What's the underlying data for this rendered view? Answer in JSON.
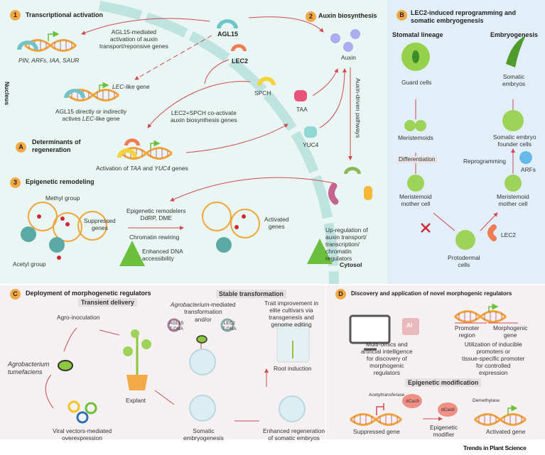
{
  "colors": {
    "nucleus_bg": "#e9f6f3",
    "panel_b_bg": "#e2eff9",
    "bottom_bg": "#f5f0f1",
    "badge": "#f4a947",
    "arrow": "#cf4a52",
    "dna": "#f0a53a",
    "gene_arrow": "#6cbf3c"
  },
  "panel1": {
    "badge": "1",
    "title": "Transcriptional activation",
    "agl15": "AGL15",
    "agl15_mediated": "AGL15-mediated\nactivation of auxin\ntransport/reponsive genes",
    "genes": "PIN, ARFs, IAA, SAUR",
    "lec2": "LEC2",
    "lec_like_gene_italic": "LEC",
    "lec_like_gene_rest": "-like gene",
    "agl15_direct_1": "AGL15 directly or indirectly",
    "agl15_direct_2a": "actives ",
    "agl15_direct_2b": "LEC",
    "agl15_direct_2c": "-like gene",
    "spch": "SPCH",
    "cooperate": "LEC2+SPCH co-activate\nauxin biosynthesis genes",
    "nucleus": "Nucleus"
  },
  "panelA": {
    "badge": "A",
    "title": "Determinants of\nregeneration",
    "activation_a": "Activation of ",
    "activation_b": "TAA",
    "activation_c": " and ",
    "activation_d": "YUC4",
    "activation_e": " genes"
  },
  "panel2": {
    "badge": "2",
    "title": "Auxin biosynthesis",
    "auxin": "Auxin",
    "taa": "TAA",
    "yuc4": "YUC4",
    "pathways": "Auxin-driven pathways",
    "upregulation": "Up-regulation of\nauxin transport/\ntranscription/\nchromatin\nregulators",
    "cytosol": "Cytosol"
  },
  "panel3": {
    "badge": "3",
    "title": "Epigenetic remodeling",
    "methyl": "Methyl group",
    "suppressed": "Suppressed\ngenes",
    "acetyl": "Acetyl group",
    "remodelers": "Epigenetic remodelers\nDdRP, DME",
    "rewiring": "Chromatin rewiring",
    "accessibility": "Enhanced DNA\naccessibility",
    "activated": "Activated\ngenes"
  },
  "panelB": {
    "badge": "B",
    "title": "LEC2-induced reprogramming and\nsomatic embryogenesis",
    "stomatal": "Stomatal lineage",
    "embryogenesis": "Embryogenesis",
    "guard": "Guard cells",
    "meristemoids": "Meristemoids",
    "differentiation": "Differentiation",
    "mmc_left": "Meristemoid\nmother cell",
    "somatic_embryos": "Somatic\nembryos",
    "founder": "Somatic embryo\nfounder cells",
    "reprogramming": "Reprogramming",
    "arfs": "ARFs",
    "mmc_right": "Meristemoid\nmother cell",
    "lec2": "LEC2",
    "protodermal": "Protodermal\ncells"
  },
  "panelC": {
    "badge": "C",
    "title": "Deployment of morphogenetic regulators",
    "transient": "Transient delivery",
    "agro": "Agro-inoculation",
    "agrobacterium": "Agrobacterium\ntumefaciens",
    "viral": "Viral vectors-mediated\noverexpression",
    "explant": "Explant",
    "stable": "Stable transformation",
    "agro_mediated_i": "Agrobacterium",
    "agro_mediated_r": "-mediated\ntransformation",
    "andor": "and/or",
    "agl15_tdna": "AGL15\nT-DNA",
    "lec2_tdna": "LEC2\nT-DNA",
    "somatic_emb": "Somatic\nembryogenesis",
    "trait": "Trait improvement in\nelite cultivars via\ntransgenesis and\ngenome editing",
    "root": "Root induction",
    "enhanced": "Enhanced regeneration\nof somatic embryos"
  },
  "panelD": {
    "badge": "D",
    "title": "Discovery and application of novel morphogenic regulators",
    "ai": "AI",
    "promoter": "Promoter\nregion",
    "morphogenic_gene": "Morphogenic\ngene",
    "multiomics": "Multi-omics and\nartificial intelligence\nfor discovery of\nmorphogenic\nregulators",
    "utilization": "Utilization of inducible\npromoters or\ntissue-specific promoter\nfor controlled\nexpression",
    "epi_mod": "Epigenetic modification",
    "acetyltransferase": "Acetyltransferase",
    "dcas9": "dCas9",
    "demethylase": "Demethylase",
    "suppressed_gene": "Suppressed gene",
    "epi_modifier": "Epigenetic\nmodifier",
    "activated_gene": "Activated gene"
  },
  "footer": "Trends in Plant Science"
}
